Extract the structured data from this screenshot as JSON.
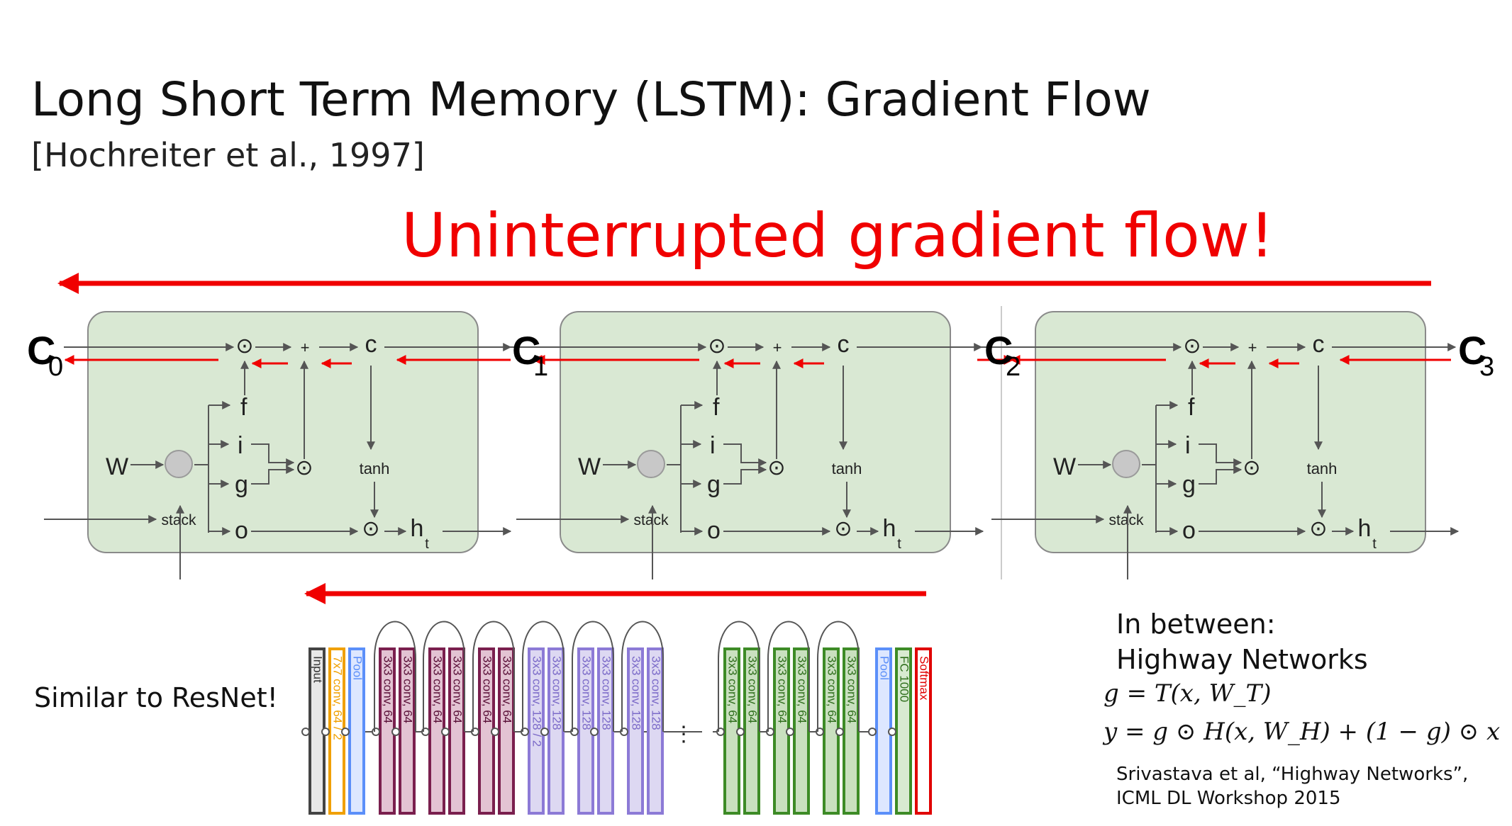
{
  "slide": {
    "title": "Long Short Term Memory (LSTM): Gradient Flow",
    "citation": "[Hochreiter et al., 1997]",
    "headline": "Uninterrupted gradient flow!",
    "resnet_note": "Similar to ResNet!",
    "highway_title_line1": "In between:",
    "highway_title_line2": "Highway Networks",
    "equation_1": "g = T(x, W_T)",
    "equation_2": "y = g ⊙ H(x, W_H) + (1 − g) ⊙ x",
    "reference_line1": "Srivastava et al, “Highway Networks”,",
    "reference_line2": "ICML DL Workshop 2015"
  },
  "colors": {
    "gradient_arrow": "#f00000",
    "cell_fill": "#d9e8d3",
    "cell_border": "#8a8a8a",
    "wire": "#555555",
    "stack_node": "#c8c8c8",
    "input_layer": "#444444",
    "conv7_layer": "#f0a000",
    "pool_layer": "#5b8ff9",
    "conv64_layer": "#7a1f4e",
    "conv128_layer": "#8c7ad6",
    "conv_green_layer": "#3d8b26",
    "fc_layer": "#3d8b26",
    "softmax_layer": "#e00000"
  },
  "lstm": {
    "cell_state_labels": [
      "C0",
      "C1",
      "C2",
      "C3"
    ],
    "cell_state_letter": "C",
    "cell_state_indices": [
      "0",
      "1",
      "2",
      "3"
    ],
    "cells": [
      {
        "w": "W",
        "stack": "stack",
        "f": "f",
        "i": "i",
        "g": "g",
        "o": "o",
        "c": "c",
        "tanh": "tanh",
        "h": "h",
        "h_sub": "t",
        "mult": "⊙",
        "plus": "+"
      },
      {
        "w": "W",
        "stack": "stack",
        "f": "f",
        "i": "i",
        "g": "g",
        "o": "o",
        "c": "c",
        "tanh": "tanh",
        "h": "h",
        "h_sub": "t",
        "mult": "⊙",
        "plus": "+"
      },
      {
        "w": "W",
        "stack": "stack",
        "f": "f",
        "i": "i",
        "g": "g",
        "o": "o",
        "c": "c",
        "tanh": "tanh",
        "h": "h",
        "h_sub": "t",
        "mult": "⊙",
        "plus": "+"
      }
    ]
  },
  "resnet": {
    "ellipsis": "⋮",
    "layers": [
      {
        "label": "Input",
        "kind": "input"
      },
      {
        "label": "7x7 conv, 64 / 2",
        "kind": "conv7"
      },
      {
        "label": "Pool",
        "kind": "pool"
      },
      {
        "label": "3x3 conv, 64",
        "kind": "conv64"
      },
      {
        "label": "3x3 conv, 64",
        "kind": "conv64"
      },
      {
        "label": "3x3 conv, 64",
        "kind": "conv64"
      },
      {
        "label": "3x3 conv, 64",
        "kind": "conv64"
      },
      {
        "label": "3x3 conv, 64",
        "kind": "conv64"
      },
      {
        "label": "3x3 conv, 64",
        "kind": "conv64"
      },
      {
        "label": "3x3 conv, 128 / 2",
        "kind": "conv128"
      },
      {
        "label": "3x3 conv, 128",
        "kind": "conv128"
      },
      {
        "label": "3x3 conv, 128",
        "kind": "conv128"
      },
      {
        "label": "3x3 conv, 128",
        "kind": "conv128"
      },
      {
        "label": "3x3 conv, 128",
        "kind": "conv128"
      },
      {
        "label": "3x3 conv, 128",
        "kind": "conv128"
      },
      {
        "label": "3x3 conv, 64",
        "kind": "conv_green"
      },
      {
        "label": "3x3 conv, 64",
        "kind": "conv_green"
      },
      {
        "label": "3x3 conv, 64",
        "kind": "conv_green"
      },
      {
        "label": "3x3 conv, 64",
        "kind": "conv_green"
      },
      {
        "label": "3x3 conv, 64",
        "kind": "conv_green"
      },
      {
        "label": "3x3 conv, 64",
        "kind": "conv_green"
      },
      {
        "label": "Pool",
        "kind": "pool"
      },
      {
        "label": "FC 1000",
        "kind": "fc"
      },
      {
        "label": "Softmax",
        "kind": "softmax"
      }
    ]
  }
}
